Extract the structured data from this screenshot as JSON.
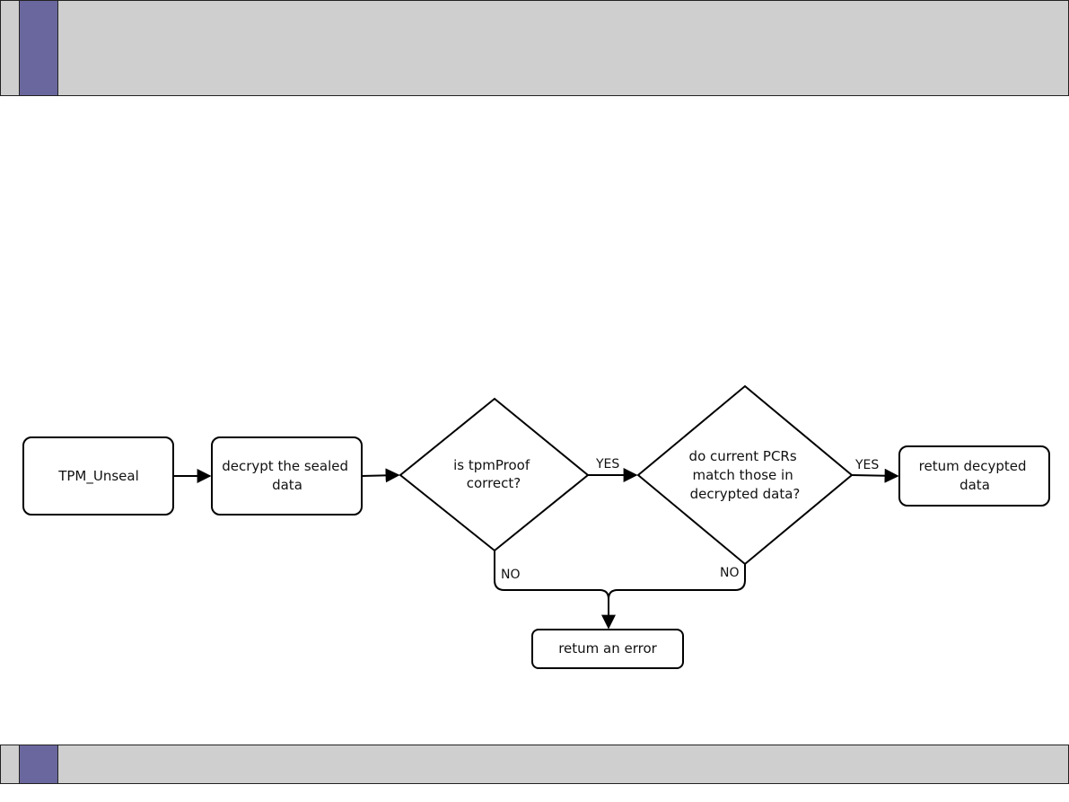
{
  "colors": {
    "bar_fill": "#cfcfcf",
    "bar_accent": "#6a679e",
    "stroke": "#000000"
  },
  "diagram": {
    "nodes": {
      "start": {
        "lines": [
          "TPM_Unseal"
        ]
      },
      "decrypt": {
        "lines": [
          "decrypt the sealed",
          "data"
        ]
      },
      "check_proof": {
        "lines": [
          "is tpmProof",
          "correct?"
        ]
      },
      "check_pcrs": {
        "lines": [
          "do current PCRs",
          "match those in",
          "decrypted data?"
        ]
      },
      "return_data": {
        "lines": [
          "retum decypted",
          "data"
        ]
      },
      "return_error": {
        "lines": [
          "retum an error"
        ]
      }
    },
    "edges": {
      "proof_yes": "YES",
      "proof_no": "NO",
      "pcrs_yes": "YES",
      "pcrs_no": "NO"
    }
  }
}
